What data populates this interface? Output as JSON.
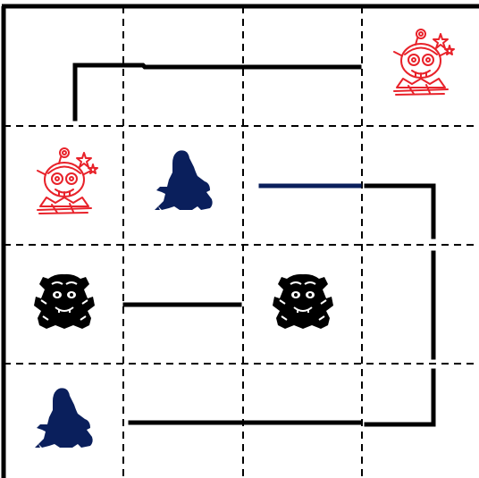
{
  "puzzle": {
    "rows": 4,
    "cols": 4,
    "cells": [
      {
        "row": 0,
        "col": 3,
        "piece": "clown"
      },
      {
        "row": 1,
        "col": 0,
        "piece": "clown"
      },
      {
        "row": 1,
        "col": 1,
        "piece": "figure"
      },
      {
        "row": 2,
        "col": 0,
        "piece": "gorilla"
      },
      {
        "row": 2,
        "col": 2,
        "piece": "gorilla"
      },
      {
        "row": 3,
        "col": 0,
        "piece": "figure"
      }
    ],
    "colors": {
      "clown": "#e8222a",
      "figure": "#0a1f5c",
      "gorilla": "#000000",
      "wall": "#000000",
      "blue_wall": "#0a1f5c",
      "grid": "#000000",
      "background": "#ffffff"
    }
  }
}
